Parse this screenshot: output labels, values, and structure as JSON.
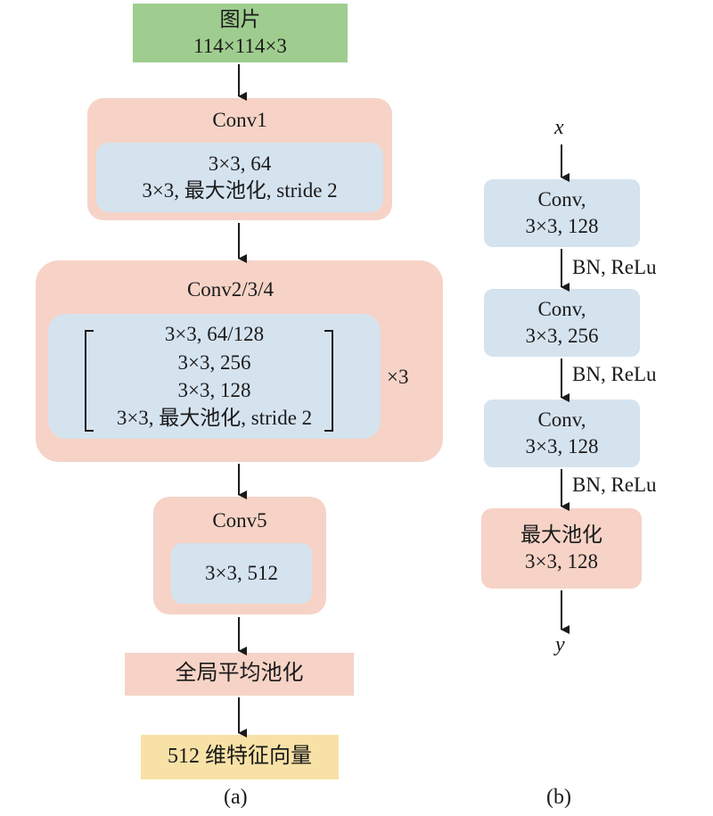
{
  "left": {
    "input": {
      "title": "图片",
      "size": "114×114×3"
    },
    "conv1": {
      "title": "Conv1",
      "lines": [
        "3×3, 64",
        "3×3, 最大池化, stride 2"
      ]
    },
    "conv234": {
      "title": "Conv2/3/4",
      "lines": [
        "3×3, 64/128",
        "3×3, 256",
        "3×3, 128",
        "3×3, 最大池化, stride 2"
      ],
      "repeat": "×3"
    },
    "conv5": {
      "title": "Conv5",
      "lines": [
        "3×3, 512"
      ]
    },
    "gap": {
      "label": "全局平均池化"
    },
    "feature": {
      "label": "512 维特征向量"
    },
    "caption": "(a)"
  },
  "right": {
    "input": "x",
    "blocks": [
      {
        "line1": "Conv,",
        "line2": "3×3, 128"
      },
      {
        "line1": "Conv,",
        "line2": "3×3, 256"
      },
      {
        "line1": "Conv,",
        "line2": "3×3, 128"
      }
    ],
    "activations": [
      "BN, ReLu",
      "BN, ReLu",
      "BN, ReLu"
    ],
    "pool": {
      "line1": "最大池化",
      "line2": "3×3, 128"
    },
    "output": "y",
    "caption": "(b)"
  }
}
